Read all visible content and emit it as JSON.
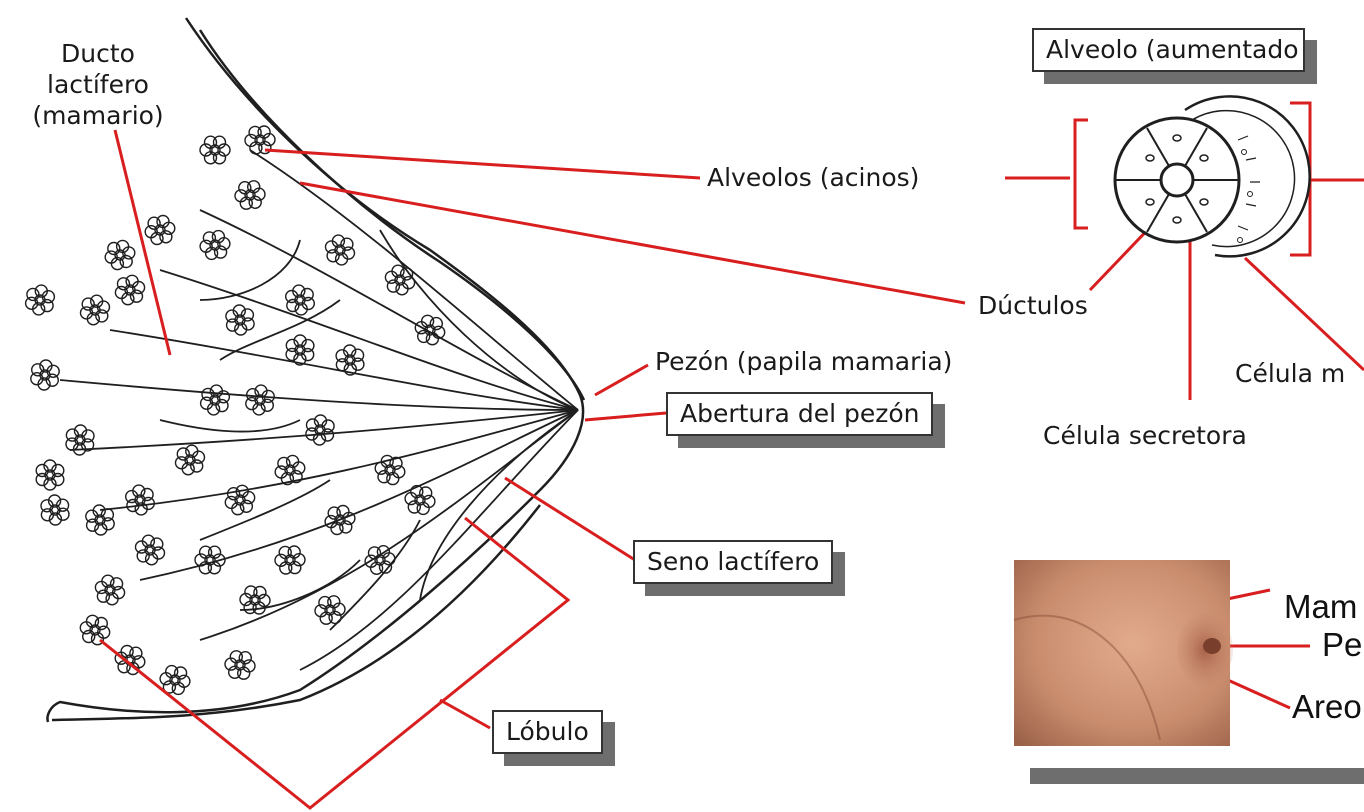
{
  "diagram": {
    "labels": {
      "ducto_line1": "Ducto",
      "ducto_line2": "lactífero",
      "ducto_line3": "(mamario)",
      "alveolos": "Alveolos (acinos)",
      "ductulos": "Dúctulos",
      "pezon": "Pezón (papila mamaria)",
      "abertura": "Abertura del pezón",
      "seno": "Seno lactífero",
      "lobulo": "Lóbulo",
      "alveolo_aumentado": "Alveolo (aumentado",
      "celula_secretora": "Célula secretora",
      "celula_m": "Célula m",
      "photo_mam": "Mam",
      "photo_pe": "Pe",
      "photo_areo": "Areo"
    },
    "colors": {
      "leader_line": "#d81e1e",
      "outline": "#1f1f1f",
      "box_shadow": "#6e6e6e",
      "skin": "#c98d6e"
    }
  }
}
